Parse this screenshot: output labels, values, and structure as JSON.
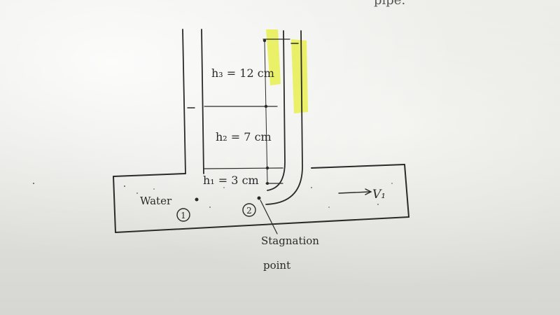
{
  "page_fragment": "pipe.",
  "labels": {
    "h3": "h₃ = 12 cm",
    "h2": "h₂ = 7 cm",
    "h1": "h₁ = 3 cm",
    "water": "Water",
    "point1": "1",
    "point2": "2",
    "velocity": "V₁",
    "stagnation_line1": "Stagnation",
    "stagnation_line2": "point"
  },
  "colors": {
    "ink": "#2a2a2a",
    "highlight": "#e6ef3a"
  }
}
